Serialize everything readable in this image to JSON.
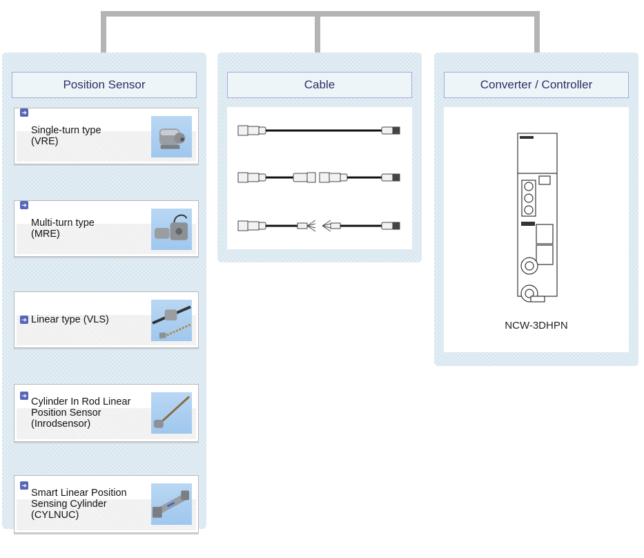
{
  "diagram": {
    "connector_color": "#b4b4b4",
    "panel_header_text_color": "#2b2f63",
    "arrow_icon_color": "#5866b8"
  },
  "position_sensor": {
    "title": "Position Sensor",
    "items": [
      {
        "label": "Single-turn type\n (VRE)",
        "icon": "rotary-encoder-image"
      },
      {
        "label": "Multi-turn type\n (MRE)",
        "icon": "multi-turn-encoder-image"
      },
      {
        "label": "Linear type (VLS)",
        "icon": "linear-sensor-image"
      },
      {
        "label": "Cylinder In Rod Linear\nPosition Sensor\n(Inrodsensor)",
        "icon": "rod-sensor-image"
      },
      {
        "label": "Smart Linear Position\nSensing Cylinder\n(CYLNUC)",
        "icon": "cylinder-image"
      }
    ]
  },
  "cable": {
    "title": "Cable",
    "variants": [
      "straight-cable",
      "extension-cable",
      "split-end-cable"
    ]
  },
  "converter": {
    "title": "Converter / Controller",
    "model": "NCW-3DHPN"
  }
}
